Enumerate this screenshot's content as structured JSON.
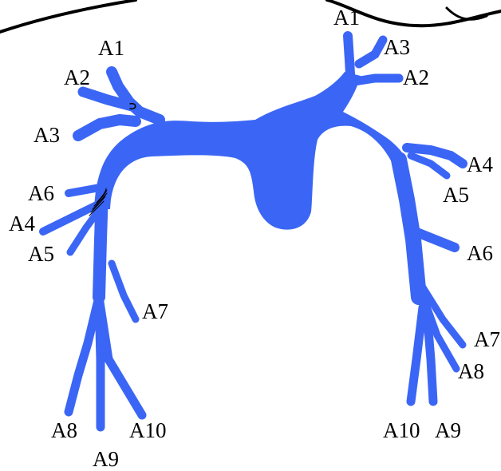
{
  "colors": {
    "vessel": "#3b66f5",
    "ink": "#000000",
    "background": "#ffffff"
  },
  "labels": {
    "left": {
      "a1": "A1",
      "a2": "A2",
      "a3": "A3",
      "a6": "A6",
      "a4": "A4",
      "a5": "A5",
      "a7": "A7",
      "a8": "A8",
      "a9": "A9",
      "a10": "A10"
    },
    "right": {
      "a1": "A1",
      "a3": "A3",
      "a2": "A2",
      "a4": "A4",
      "a5": "A5",
      "a6": "A6",
      "a7": "A7",
      "a8": "A8",
      "a10": "A10",
      "a9": "A9"
    }
  }
}
